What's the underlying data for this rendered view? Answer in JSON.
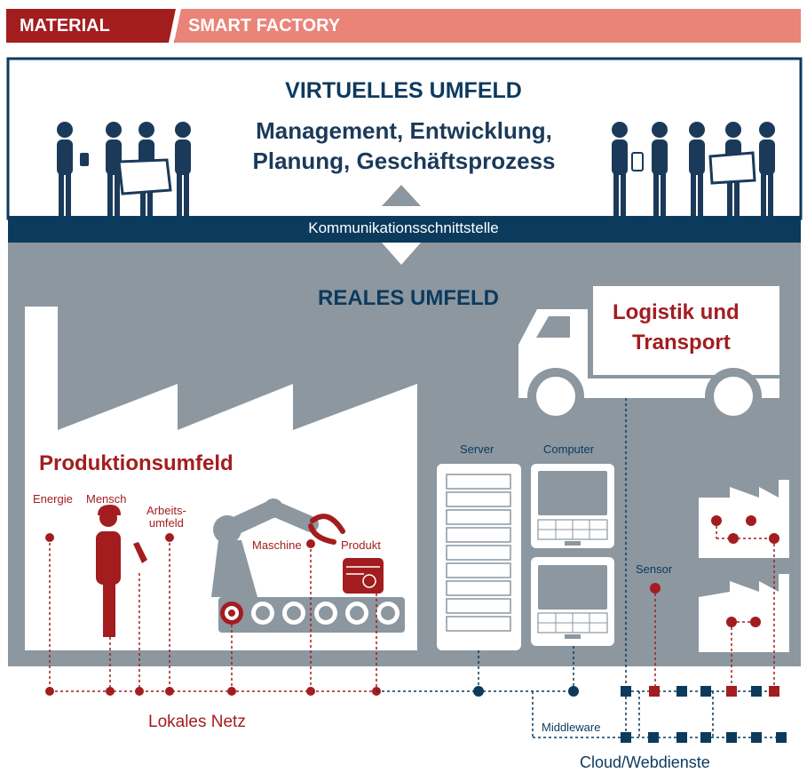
{
  "header": {
    "left_label": "MATERIAL",
    "right_label": "SMART FACTORY"
  },
  "virtual": {
    "title": "VIRTUELLES UMFELD",
    "line1": "Management, Entwicklung,",
    "line2": "Planung, Geschäftsprozess"
  },
  "interface_label": "Kommunikationsschnittstelle",
  "real": {
    "title": "REALES UMFELD",
    "logistics_line1": "Logistik und",
    "logistics_line2": "Transport",
    "production_title": "Produktionsumfeld",
    "energy": "Energie",
    "person": "Mensch",
    "workenv_line1": "Arbeits-",
    "workenv_line2": "umfeld",
    "machine": "Maschine",
    "product": "Produkt",
    "server": "Server",
    "computer": "Computer",
    "sensor": "Sensor"
  },
  "network": {
    "local": "Lokales Netz",
    "middleware": "Middleware",
    "cloud": "Cloud/Webdienste"
  },
  "colors": {
    "red": "#a31d1f",
    "salmon": "#ea8378",
    "navy": "#0c3a5d",
    "gray": "#8c97a0"
  }
}
